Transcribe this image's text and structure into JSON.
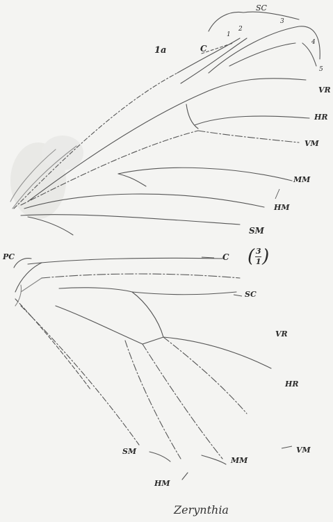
{
  "figure": {
    "fore_wing_number": "1a",
    "scale_numerator": "3",
    "scale_denominator": "1",
    "caption": "Zerynthia"
  },
  "fore_wing_labels": {
    "sc": "SC",
    "sc1": "1",
    "sc2": "2",
    "sc3": "3",
    "sc4": "4",
    "sc5": "5",
    "c": "C",
    "vr": "VR",
    "hr": "HR",
    "vm": "VM",
    "mm": "MM",
    "hm": "HM",
    "sm": "SM"
  },
  "hind_wing_labels": {
    "pc": "PC",
    "c": "C",
    "sc": "SC",
    "vr": "VR",
    "hr": "HR",
    "vm": "VM",
    "mm": "MM",
    "sm": "SM",
    "hm": "HM"
  }
}
